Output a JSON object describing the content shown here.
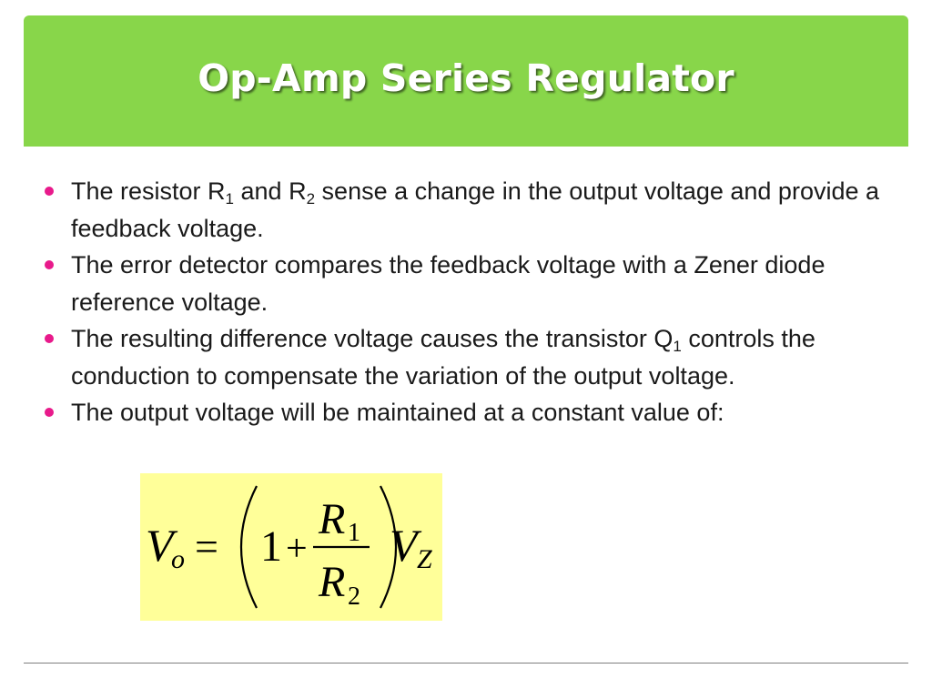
{
  "slide": {
    "title": "Op-Amp Series Regulator",
    "accent_color": "#88d64a",
    "bullet_color": "#e81a8b",
    "formula_bg": "#ffff99"
  },
  "bullets": [
    {
      "p1": "The resistor R",
      "s1": "1",
      "p2": " and R",
      "s2": "2",
      "p3": " sense a change in the output voltage and provide a feedback voltage."
    },
    {
      "p1": "The error detector compares the feedback voltage with a Zener diode reference voltage."
    },
    {
      "p1": "The resulting difference voltage causes the transistor Q",
      "s1": "1",
      "p2": " controls the conduction to compensate the variation of the output voltage."
    },
    {
      "p1": "The output voltage will be maintained at a constant value of:"
    }
  ],
  "formula": {
    "lhs": "V",
    "lhs_sub": "o",
    "equals": "=",
    "one": "1",
    "plus": "+",
    "num": "R",
    "num_sub": "1",
    "den": "R",
    "den_sub": "2",
    "rhs": "V",
    "rhs_sub": "Z"
  }
}
